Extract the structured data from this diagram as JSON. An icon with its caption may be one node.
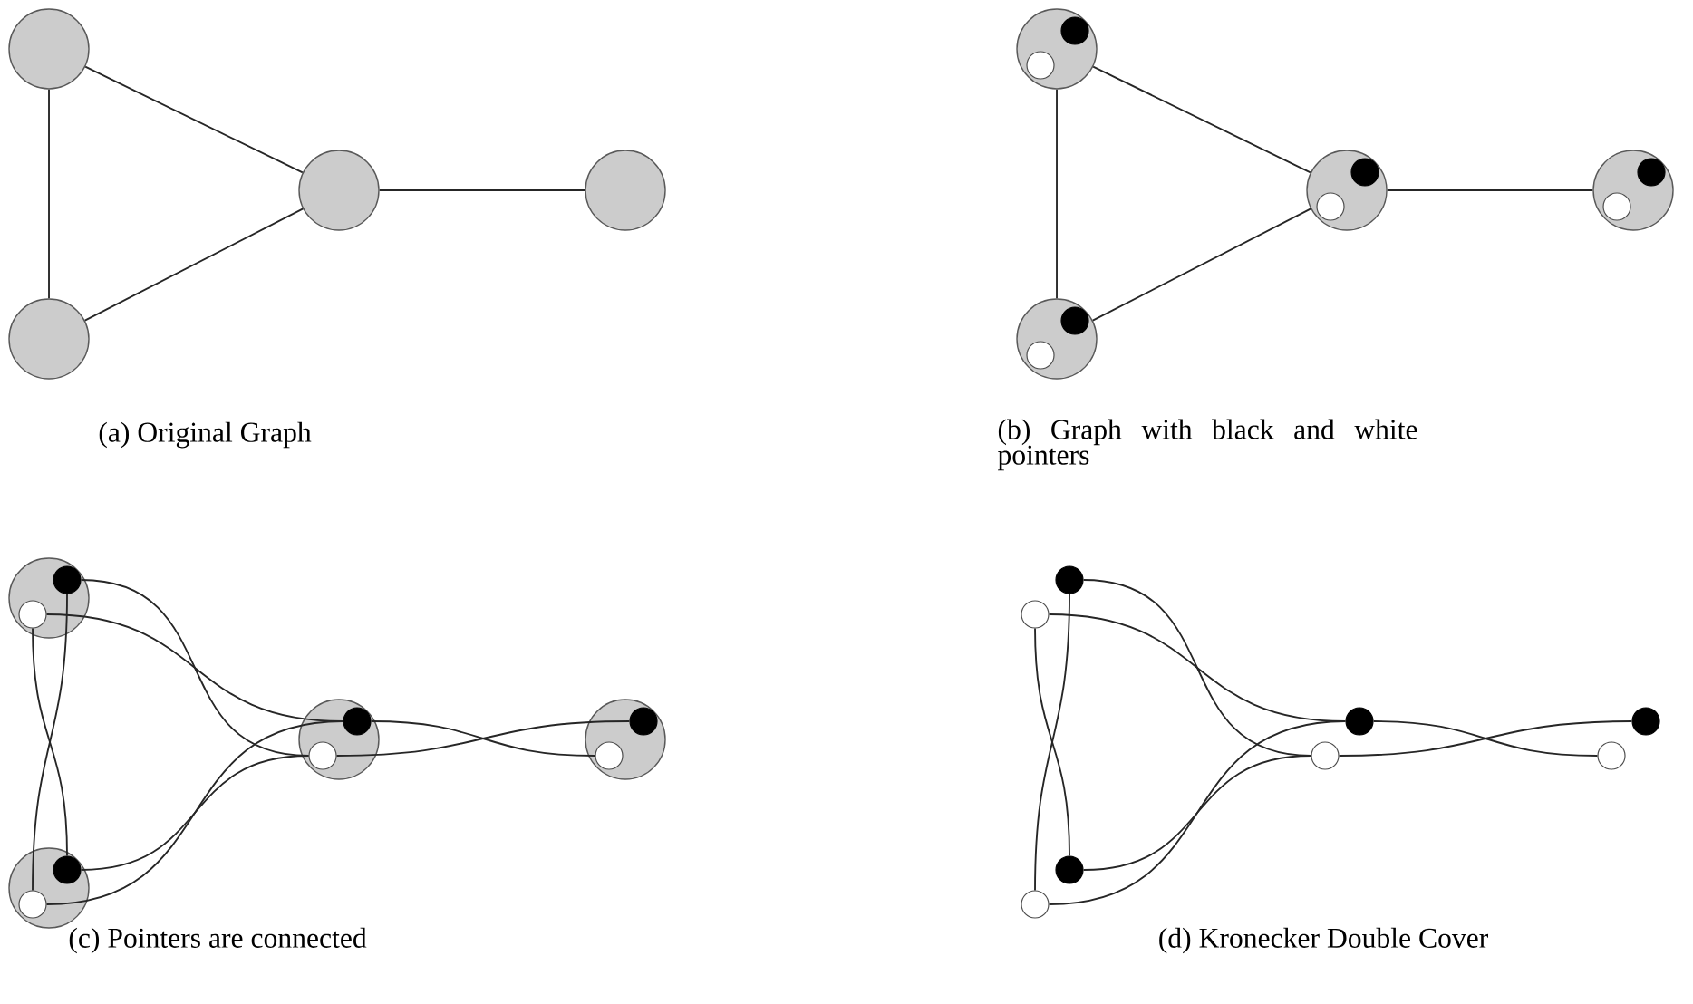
{
  "diagram": {
    "nodes": [
      {
        "text": [],
        "shape": "circle"
      },
      {
        "text": [],
        "shape": "circle"
      },
      {
        "text": [],
        "shape": "circle"
      },
      {
        "text": [],
        "shape": "circle"
      },
      {
        "text": [],
        "shape": "circle"
      },
      {
        "text": [],
        "shape": "circle",
        "in": 4
      },
      {
        "text": [],
        "shape": "circle",
        "in": 4
      },
      {
        "text": [],
        "shape": "circle"
      },
      {
        "text": [],
        "shape": "circle",
        "in": 7
      },
      {
        "text": [],
        "shape": "circle",
        "in": 7
      },
      {
        "text": [],
        "shape": "circle"
      },
      {
        "text": [],
        "shape": "circle",
        "in": 10
      },
      {
        "text": [],
        "shape": "circle",
        "in": 10
      },
      {
        "text": [],
        "shape": "circle"
      },
      {
        "text": [],
        "shape": "circle",
        "in": 13
      },
      {
        "text": [],
        "shape": "circle",
        "in": 13
      },
      {
        "text": [],
        "shape": "circle"
      },
      {
        "text": [],
        "shape": "circle",
        "in": 16
      },
      {
        "text": [],
        "shape": "circle",
        "in": 16
      },
      {
        "text": [],
        "shape": "circle"
      },
      {
        "text": [],
        "shape": "circle",
        "in": 19
      },
      {
        "text": [],
        "shape": "circle",
        "in": 19
      },
      {
        "text": [],
        "shape": "circle"
      },
      {
        "text": [],
        "shape": "circle",
        "in": 22
      },
      {
        "text": [],
        "shape": "circle",
        "in": 22
      },
      {
        "text": [],
        "shape": "circle"
      },
      {
        "text": [],
        "shape": "circle",
        "in": 25
      },
      {
        "text": [],
        "shape": "circle",
        "in": 25
      },
      {
        "text": [],
        "shape": "circle"
      },
      {
        "text": [],
        "shape": "circle"
      },
      {
        "text": [],
        "shape": "circle"
      },
      {
        "text": [],
        "shape": "circle"
      },
      {
        "text": [],
        "shape": "circle"
      },
      {
        "text": [],
        "shape": "circle"
      },
      {
        "text": [],
        "shape": "circle"
      },
      {
        "text": [],
        "shape": "circle"
      }
    ],
    "edges": [
      {
        "from": 0,
        "to": 1,
        "arrow": "none"
      },
      {
        "from": 0,
        "to": 2,
        "arrow": "none"
      },
      {
        "from": 1,
        "to": 2,
        "arrow": "none"
      },
      {
        "from": 2,
        "to": 3,
        "arrow": "none"
      },
      {
        "from": 4,
        "to": 7,
        "arrow": "none"
      },
      {
        "from": 4,
        "to": 10,
        "arrow": "none"
      },
      {
        "from": 7,
        "to": 10,
        "arrow": "none"
      },
      {
        "from": 10,
        "to": 13,
        "arrow": "none"
      },
      {
        "from": 17,
        "to": 21,
        "arrow": "none"
      },
      {
        "from": 18,
        "to": 20,
        "arrow": "none"
      },
      {
        "from": 17,
        "to": 24,
        "arrow": "none"
      },
      {
        "from": 18,
        "to": 23,
        "arrow": "none"
      },
      {
        "from": 20,
        "to": 24,
        "arrow": "none"
      },
      {
        "from": 21,
        "to": 23,
        "arrow": "none"
      },
      {
        "from": 23,
        "to": 27,
        "arrow": "none"
      },
      {
        "from": 24,
        "to": 26,
        "arrow": "none"
      },
      {
        "from": 28,
        "to": 31,
        "arrow": "none"
      },
      {
        "from": 29,
        "to": 30,
        "arrow": "none"
      },
      {
        "from": 28,
        "to": 33,
        "arrow": "none"
      },
      {
        "from": 29,
        "to": 32,
        "arrow": "none"
      },
      {
        "from": 30,
        "to": 33,
        "arrow": "none"
      },
      {
        "from": 31,
        "to": 32,
        "arrow": "none"
      },
      {
        "from": 32,
        "to": 35,
        "arrow": "none"
      },
      {
        "from": 33,
        "to": 34,
        "arrow": "none"
      }
    ],
    "labels": [
      "(a) Original Graph",
      "(b) Graph with black and white pointers",
      "(c) Pointers are connected",
      "(d) Kronecker Double Cover"
    ]
  }
}
